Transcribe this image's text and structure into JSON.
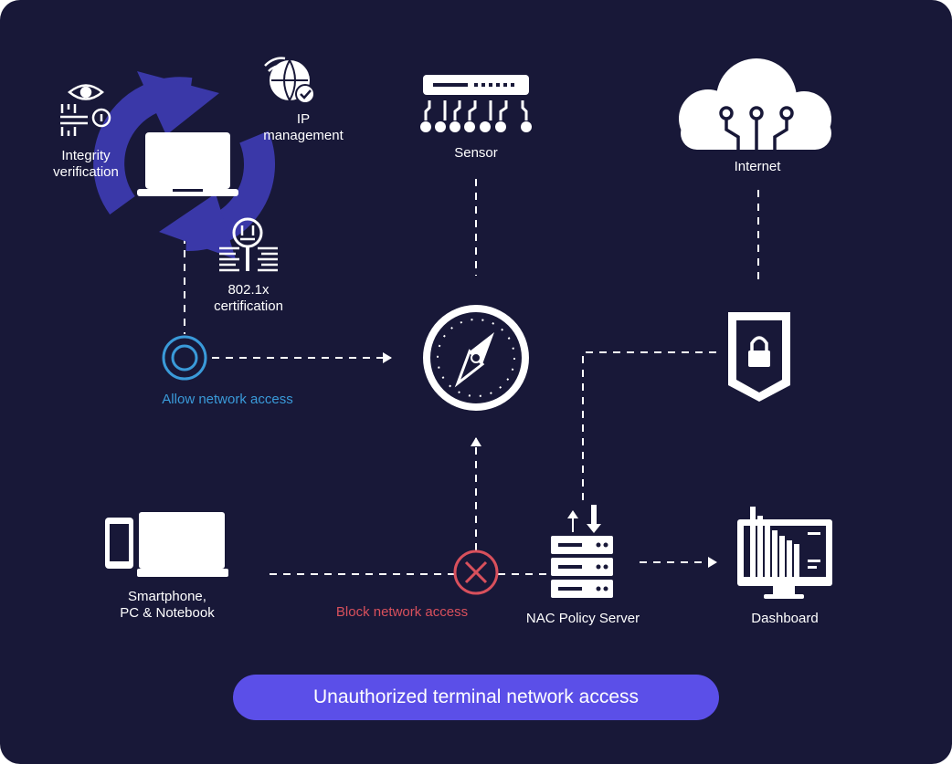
{
  "colors": {
    "background": "#181838",
    "icon": "#ffffff",
    "sync_arrows": "#3a38a8",
    "allow": "#3a9ad9",
    "block": "#d8505c",
    "pill": "#5b4fe8",
    "connector": "#ffffff"
  },
  "nodes": {
    "integrity": {
      "line1": "Integrity",
      "line2": "verification",
      "icon": "eye-key-icon"
    },
    "ip_management": {
      "line1": "IP",
      "line2": "management",
      "icon": "globe-wifi-check-icon"
    },
    "certification": {
      "line1": "802.1x",
      "line2": "certification",
      "icon": "search-document-icon"
    },
    "endpoint": {
      "icon": "laptop-icon"
    },
    "sensor": {
      "label": "Sensor",
      "icon": "sensor-device-icon"
    },
    "internet": {
      "label": "Internet",
      "icon": "cloud-circuit-icon"
    },
    "controller": {
      "icon": "compass-icon"
    },
    "security": {
      "icon": "shield-lock-icon"
    },
    "devices": {
      "line1": "Smartphone,",
      "line2": "PC & Notebook",
      "icon": "devices-icon"
    },
    "nac_server": {
      "label": "NAC Policy Server",
      "icon": "server-icon"
    },
    "dashboard": {
      "label": "Dashboard",
      "icon": "monitor-chart-icon"
    }
  },
  "allow": {
    "label": "Allow network access",
    "icon": "allow-ring-icon"
  },
  "block": {
    "label": "Block network access",
    "icon": "block-x-icon"
  },
  "footer": {
    "label": "Unauthorized terminal network access"
  }
}
